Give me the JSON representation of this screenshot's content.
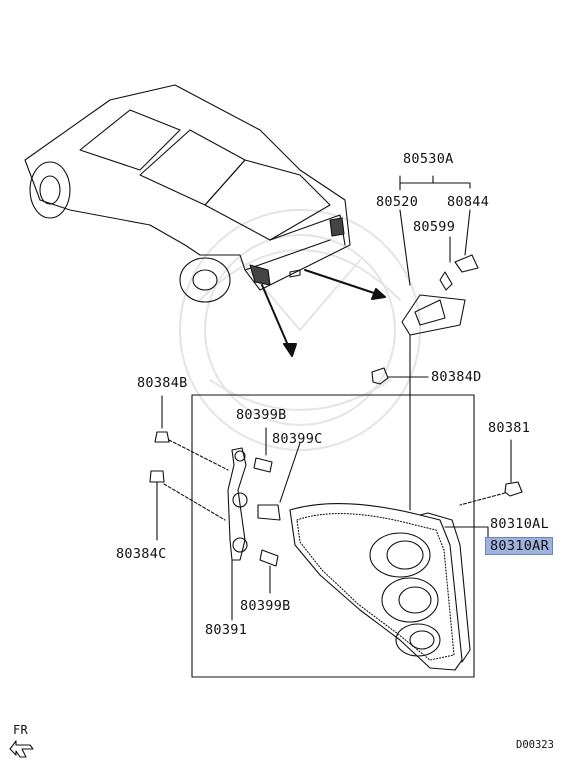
{
  "labels": {
    "p80530A": "80530A",
    "p80520": "80520",
    "p80844": "80844",
    "p80599": "80599",
    "p80384D": "80384D",
    "p80384B": "80384B",
    "p80399B_top": "80399B",
    "p80399C": "80399C",
    "p80381": "80381",
    "p80310AL": "80310AL",
    "p80310AR": "80310AR",
    "p80384C": "80384C",
    "p80399B_bottom": "80399B",
    "p80391": "80391"
  },
  "direction": "FR",
  "diagram_code": "D00323",
  "colors": {
    "highlight": "#9fb2de",
    "line": "#111111"
  }
}
